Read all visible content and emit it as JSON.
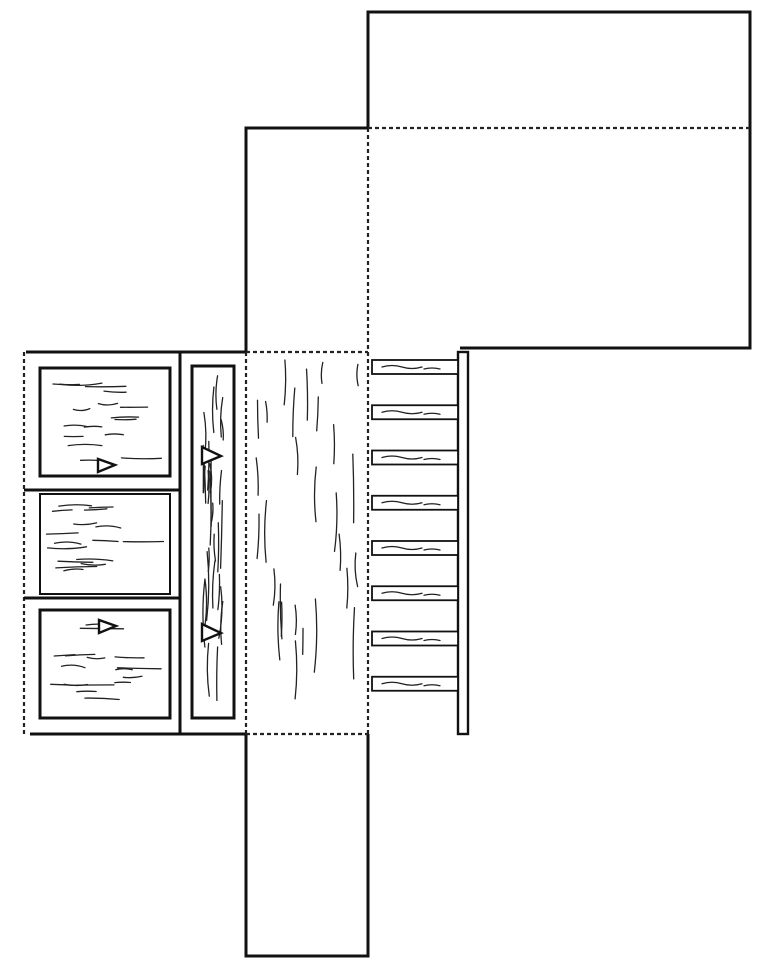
{
  "figure": {
    "title": "",
    "labels": [],
    "drawing": "box-net",
    "stroke_color": "#111111",
    "background_color": "#ffffff",
    "texture": "wood-grain",
    "panel_markers": [
      {
        "panel": "left-top",
        "icon": "triangle-marker-icon"
      },
      {
        "panel": "left-bottom",
        "icon": "triangle-marker-icon"
      },
      {
        "panel": "center-strip-upper",
        "icon": "triangle-marker-icon"
      },
      {
        "panel": "center-strip-lower",
        "icon": "triangle-marker-icon"
      }
    ],
    "slat_count": 8
  }
}
